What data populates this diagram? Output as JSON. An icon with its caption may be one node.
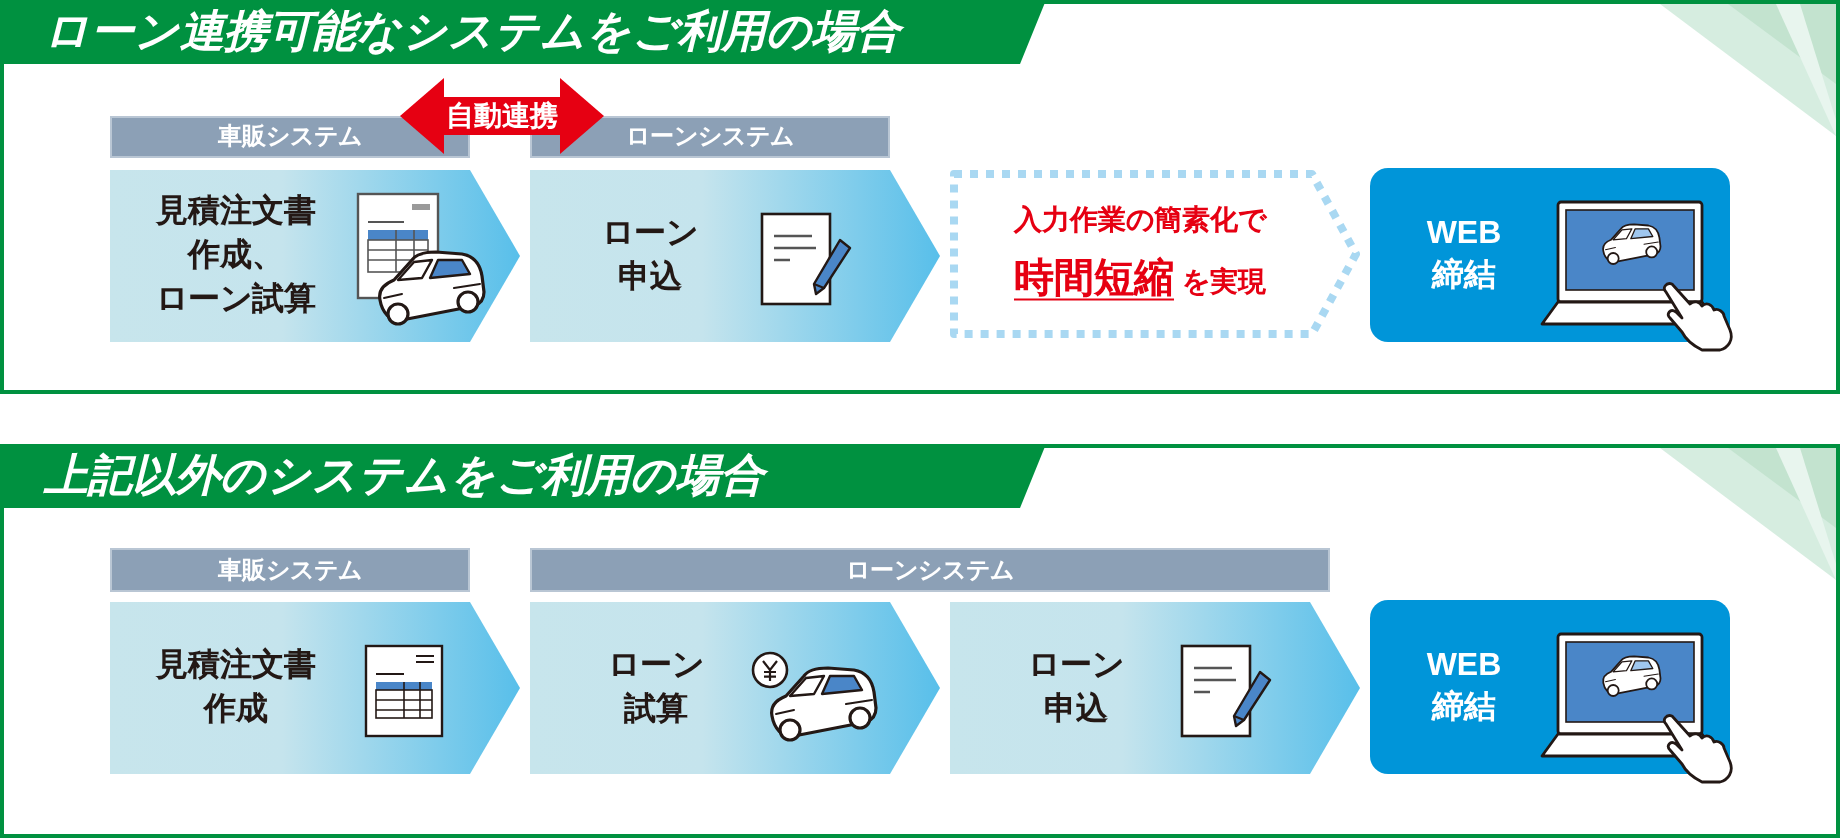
{
  "diagram": {
    "nodes": [
      {
        "text": [
          "ローン連携可能なシステムをご利用の場合"
        ]
      },
      {
        "text": [
          "車販システム"
        ],
        "in": 0
      },
      {
        "text": [
          "ローンシステム"
        ],
        "in": 0
      },
      {
        "text": [
          "見積注文書作成、",
          "ローン試算"
        ],
        "in": 0
      },
      {
        "text": [
          "ローン申込"
        ],
        "in": 0
      },
      {
        "text": [
          "入力作業の簡素化で**時間短縮**を実現"
        ],
        "in": 0
      },
      {
        "text": [
          "WEB締結"
        ],
        "in": 0
      },
      {
        "text": [
          "上記以外のシステムをご利用の場合"
        ]
      },
      {
        "text": [
          "車販システム"
        ],
        "in": 7
      },
      {
        "text": [
          "ローンシステム"
        ],
        "in": 7
      },
      {
        "text": [
          "見積注文書作成"
        ],
        "in": 7
      },
      {
        "text": [
          "ローン試算"
        ],
        "in": 7
      },
      {
        "text": [
          "ローン申込"
        ],
        "in": 7
      },
      {
        "text": [
          "WEB締結"
        ],
        "in": 7
      }
    ],
    "edges": [
      {
        "from": 1,
        "to": 2,
        "arrow": "both",
        "label": "自動連携",
        "color": "#e60012"
      }
    ]
  }
}
